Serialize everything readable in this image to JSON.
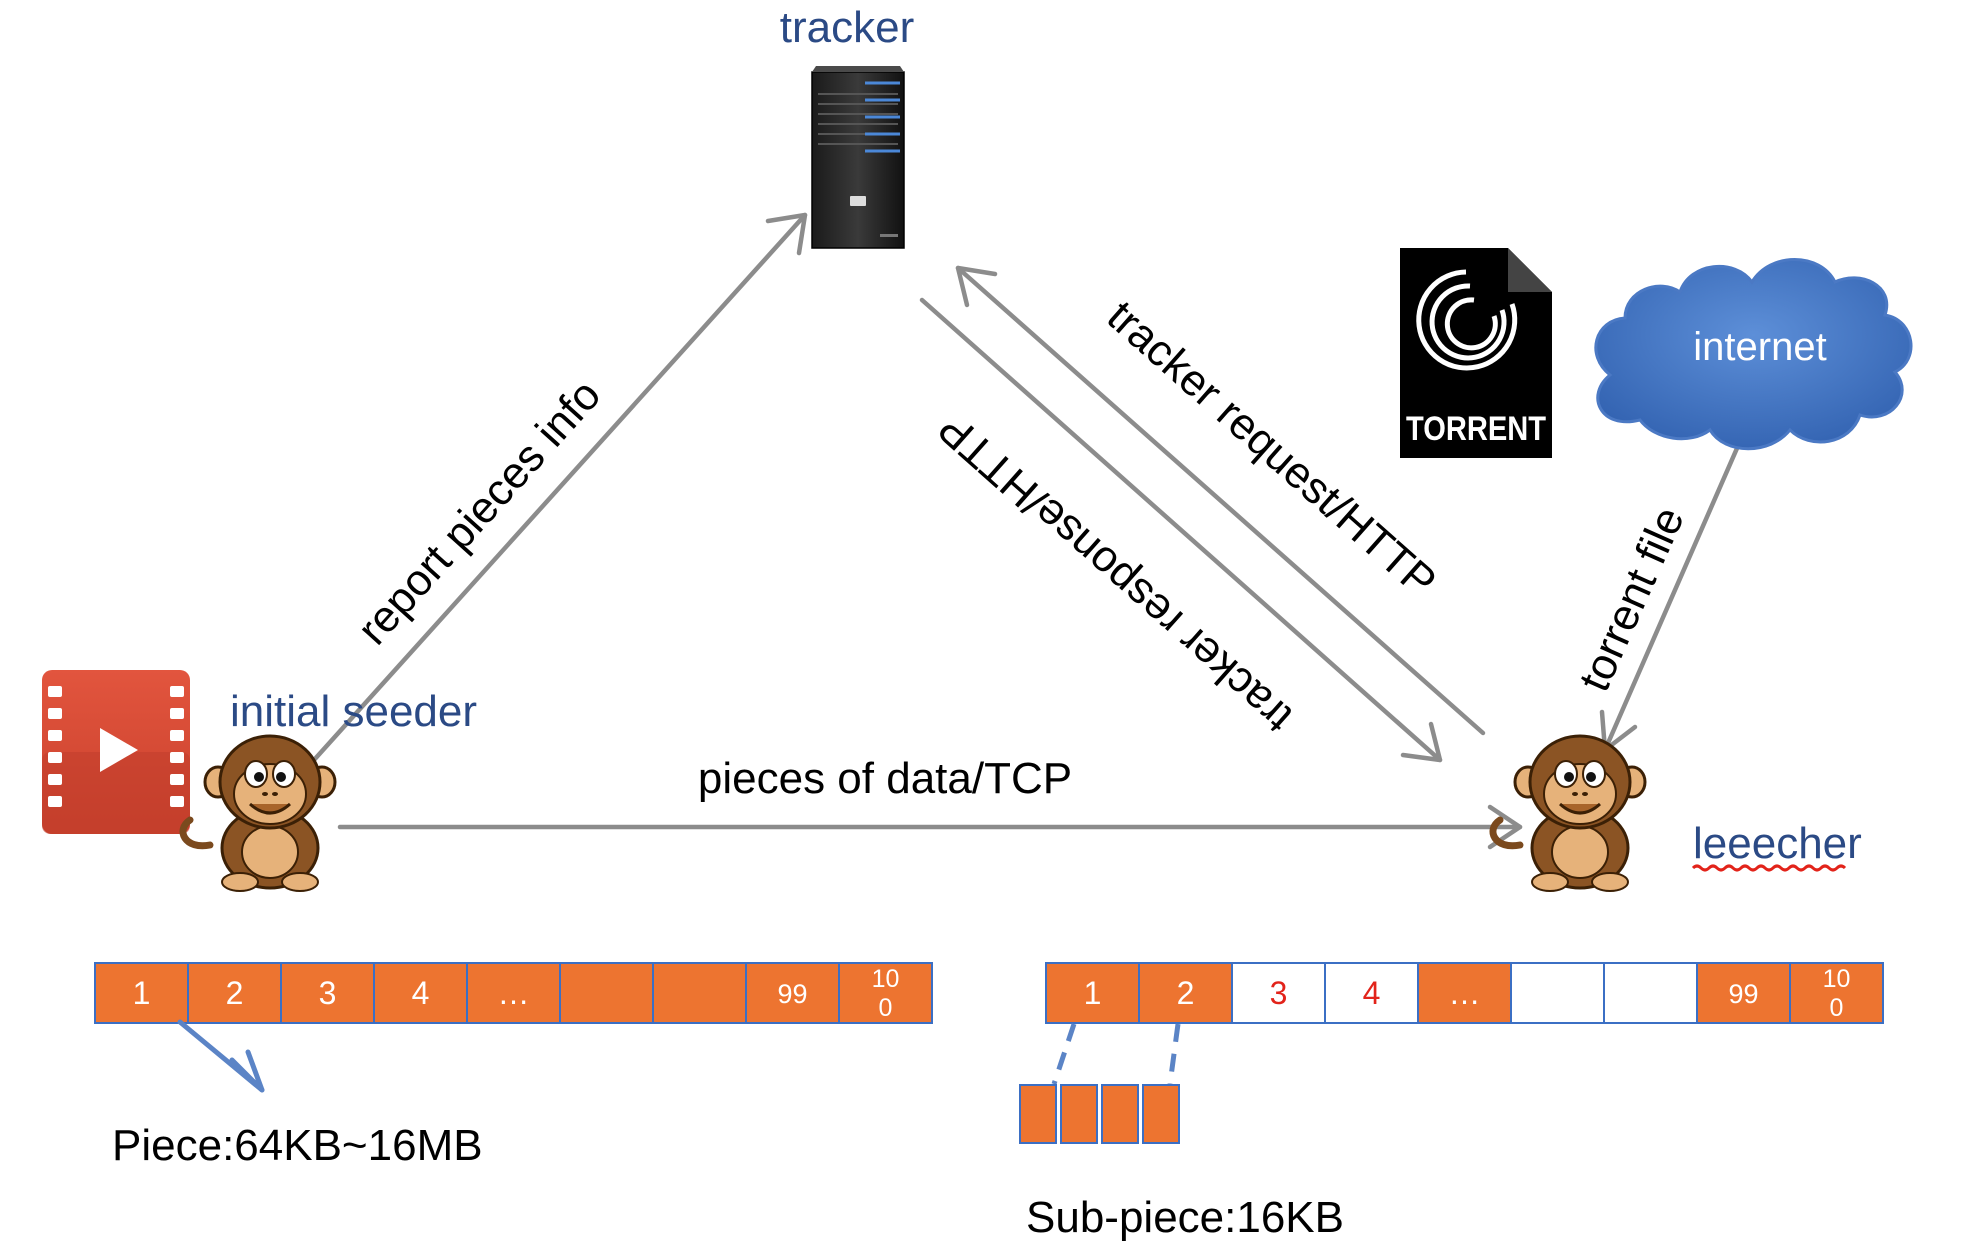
{
  "nodes": {
    "tracker": "tracker",
    "seeder": "initial seeder",
    "leecher": "leeecher",
    "cloud": "internet",
    "torrent_icon": "TORRENT"
  },
  "edges": {
    "report": "report pieces info",
    "request": "tracker request/HTTP",
    "response": "tracker response/HTTP",
    "pieces": "pieces of data/TCP",
    "torrent_file": "torrent file"
  },
  "seeder_bar": [
    {
      "label": "1",
      "filled": true
    },
    {
      "label": "2",
      "filled": true
    },
    {
      "label": "3",
      "filled": true
    },
    {
      "label": "4",
      "filled": true
    },
    {
      "label": "…",
      "filled": true
    },
    {
      "label": "",
      "filled": true
    },
    {
      "label": "",
      "filled": true
    },
    {
      "label": "99",
      "filled": true
    },
    {
      "label": "10\n0",
      "filled": true
    }
  ],
  "leecher_bar": [
    {
      "label": "1",
      "filled": true
    },
    {
      "label": "2",
      "filled": true
    },
    {
      "label": "3",
      "filled": false
    },
    {
      "label": "4",
      "filled": false
    },
    {
      "label": "…",
      "filled": true
    },
    {
      "label": "",
      "filled": false
    },
    {
      "label": "",
      "filled": false
    },
    {
      "label": "99",
      "filled": true
    },
    {
      "label": "10\n0",
      "filled": true
    }
  ],
  "captions": {
    "piece": "Piece:64KB~16MB",
    "subpiece": "Sub-piece:16KB"
  },
  "colors": {
    "node_label": "#2b4a85",
    "arrow": "#8c8c8c",
    "piece_fill": "#ed7430",
    "piece_border": "#3b6fc4",
    "empty_text": "#e2231a",
    "cloud": "#4a7bc9",
    "squiggle": "#e2231a"
  },
  "icons": [
    "server-icon",
    "video-file-icon",
    "monkey-icon",
    "torrent-file-icon",
    "cloud-icon"
  ]
}
